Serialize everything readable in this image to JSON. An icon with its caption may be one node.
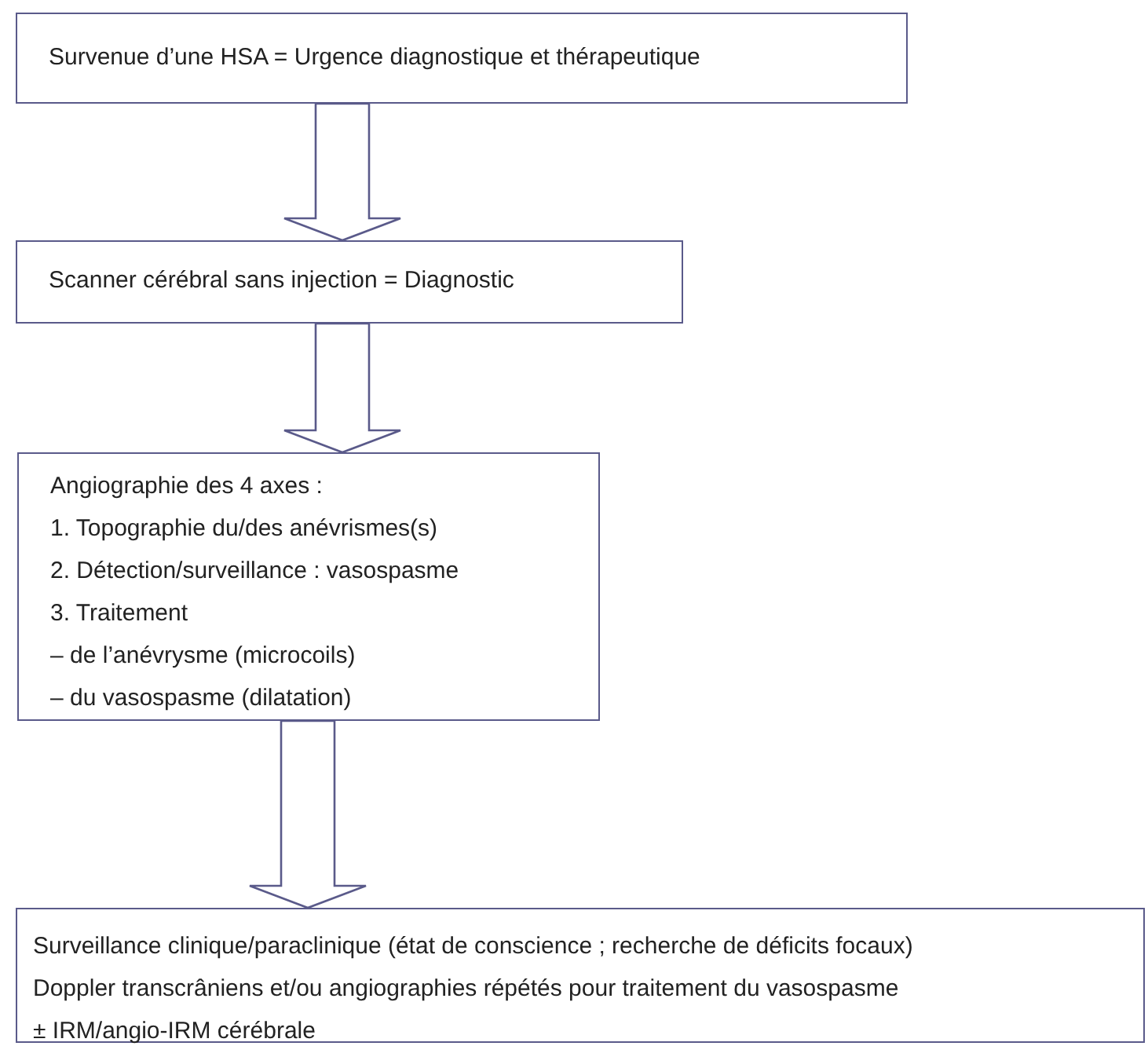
{
  "diagram": {
    "nodes": [
      {
        "text": [
          "Survenue d’une HSA = Urgence diagnostique et thérapeutique"
        ]
      },
      {
        "text": [
          "Scanner cérébral sans injection = Diagnostic"
        ]
      },
      {
        "text": [
          "Angiographie des 4 axes :",
          "1. Topographie du/des anévrismes(s)",
          "2. Détection/surveillance : vasospasme",
          "3. Traitement",
          "– de l’anévrysme (microcoils)",
          "– du vasospasme (dilatation)"
        ]
      },
      {
        "text": [
          "Surveillance clinique/paraclinique (état de conscience ; recherche de déficits focaux)",
          "Doppler transcrâniens et/ou angiographies répétés pour traitement du vasospasme",
          "± IRM/angio-IRM cérébrale"
        ]
      }
    ],
    "edges": [
      {
        "from": 0,
        "to": 1,
        "arrow": "to"
      },
      {
        "from": 1,
        "to": 2,
        "arrow": "to"
      },
      {
        "from": 2,
        "to": 3,
        "arrow": "to"
      }
    ]
  }
}
